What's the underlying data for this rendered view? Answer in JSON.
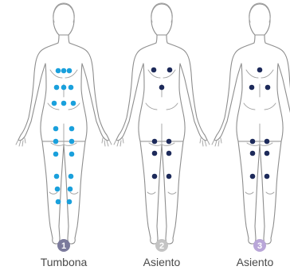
{
  "colors": {
    "lounger_dot": "#1aa0dc",
    "seat_dot": "#1d2a5a",
    "outline": "#8e8e8e",
    "badge_1": "#7b7a9c",
    "badge_2": "#c4c4c4",
    "badge_3": "#b9a6d8"
  },
  "panels": [
    {
      "badge": "1",
      "caption": "Tumbona",
      "dot_color": "#1aa0dc"
    },
    {
      "badge": "2",
      "caption": "Asiento",
      "dot_color": "#1d2a5a"
    },
    {
      "badge": "3",
      "caption": "Asiento",
      "dot_color": "#1d2a5a"
    }
  ]
}
